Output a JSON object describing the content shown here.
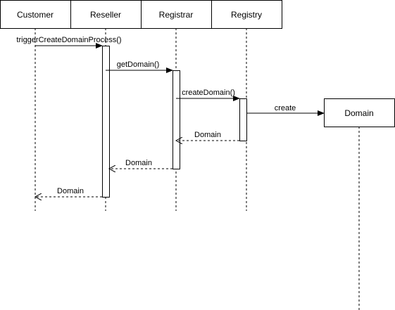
{
  "participants": [
    {
      "id": "customer",
      "label": "Customer"
    },
    {
      "id": "reseller",
      "label": "Reseller"
    },
    {
      "id": "registrar",
      "label": "Registrar"
    },
    {
      "id": "registry",
      "label": "Registry"
    }
  ],
  "created_object": {
    "label": "Domain"
  },
  "messages": {
    "trigger": {
      "label": "triggerCreateDomainProcess()",
      "kind": "call"
    },
    "get_domain": {
      "label": "getDomain()",
      "kind": "call"
    },
    "create_domain": {
      "label": "createDomain()",
      "kind": "call"
    },
    "create": {
      "label": "create",
      "kind": "create"
    },
    "return_registry": {
      "label": "Domain",
      "kind": "return"
    },
    "return_registrar": {
      "label": "Domain",
      "kind": "return"
    },
    "return_reseller": {
      "label": "Domain",
      "kind": "return"
    }
  },
  "colors": {
    "line": "#000000",
    "fill": "#ffffff"
  }
}
